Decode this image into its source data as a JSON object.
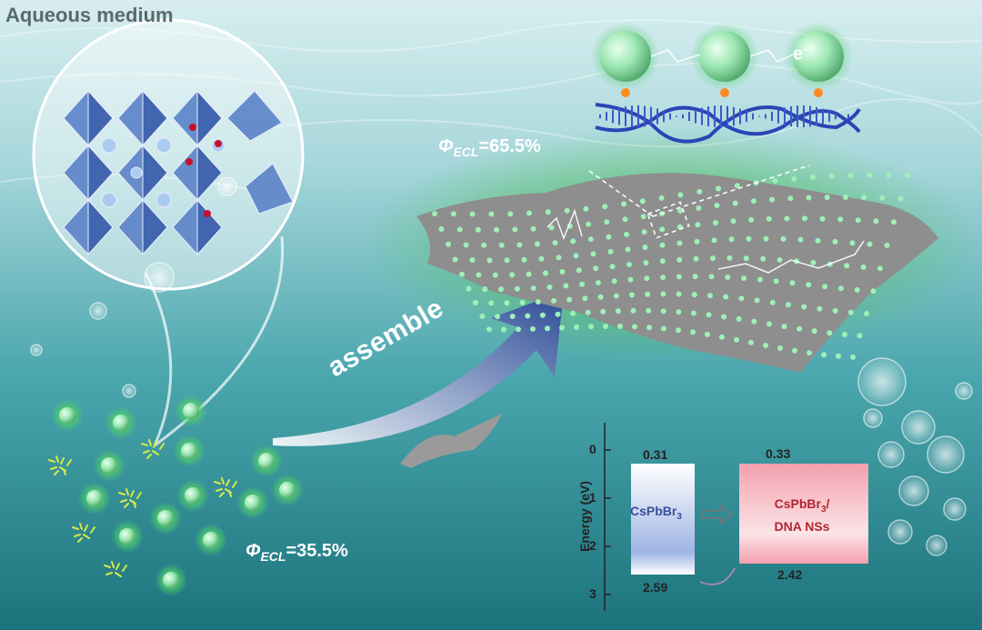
{
  "title": "Aqueous medium",
  "phi_top": {
    "symbol": "Φ",
    "sub": "ECL",
    "value": "=65.5%"
  },
  "phi_bottom": {
    "symbol": "Φ",
    "sub": "ECL",
    "value": "=35.5%"
  },
  "arrow_label": "assemble",
  "electron": {
    "base": "e",
    "sup": "-"
  },
  "energy_diagram": {
    "ylabel": "Energy (eV)",
    "ticks": [
      "0",
      "1",
      "2",
      "3"
    ],
    "left_box": {
      "name": "CsPbBr",
      "sub": "3",
      "top": "0.31",
      "bottom": "2.59"
    },
    "right_box": {
      "name1": "CsPbBr",
      "sub": "3",
      "name1_suffix": "/",
      "name2": "DNA  NSs",
      "top": "0.33",
      "bottom": "2.42"
    }
  },
  "colors": {
    "water_top": "#bfe3e6",
    "water_bottom": "#1f7f88",
    "octahedra": "#5b82c8",
    "quantum_dot": "#8fe4a8",
    "glow": "#3fbf55",
    "sheet": "#8f8f8f",
    "dna": "#2a45b5",
    "arrow": "#2c4b9a",
    "left_box": "#aabde6",
    "right_box": "#f0a8b2",
    "right_label": "#b0262f",
    "left_label": "#3a4e9a"
  }
}
